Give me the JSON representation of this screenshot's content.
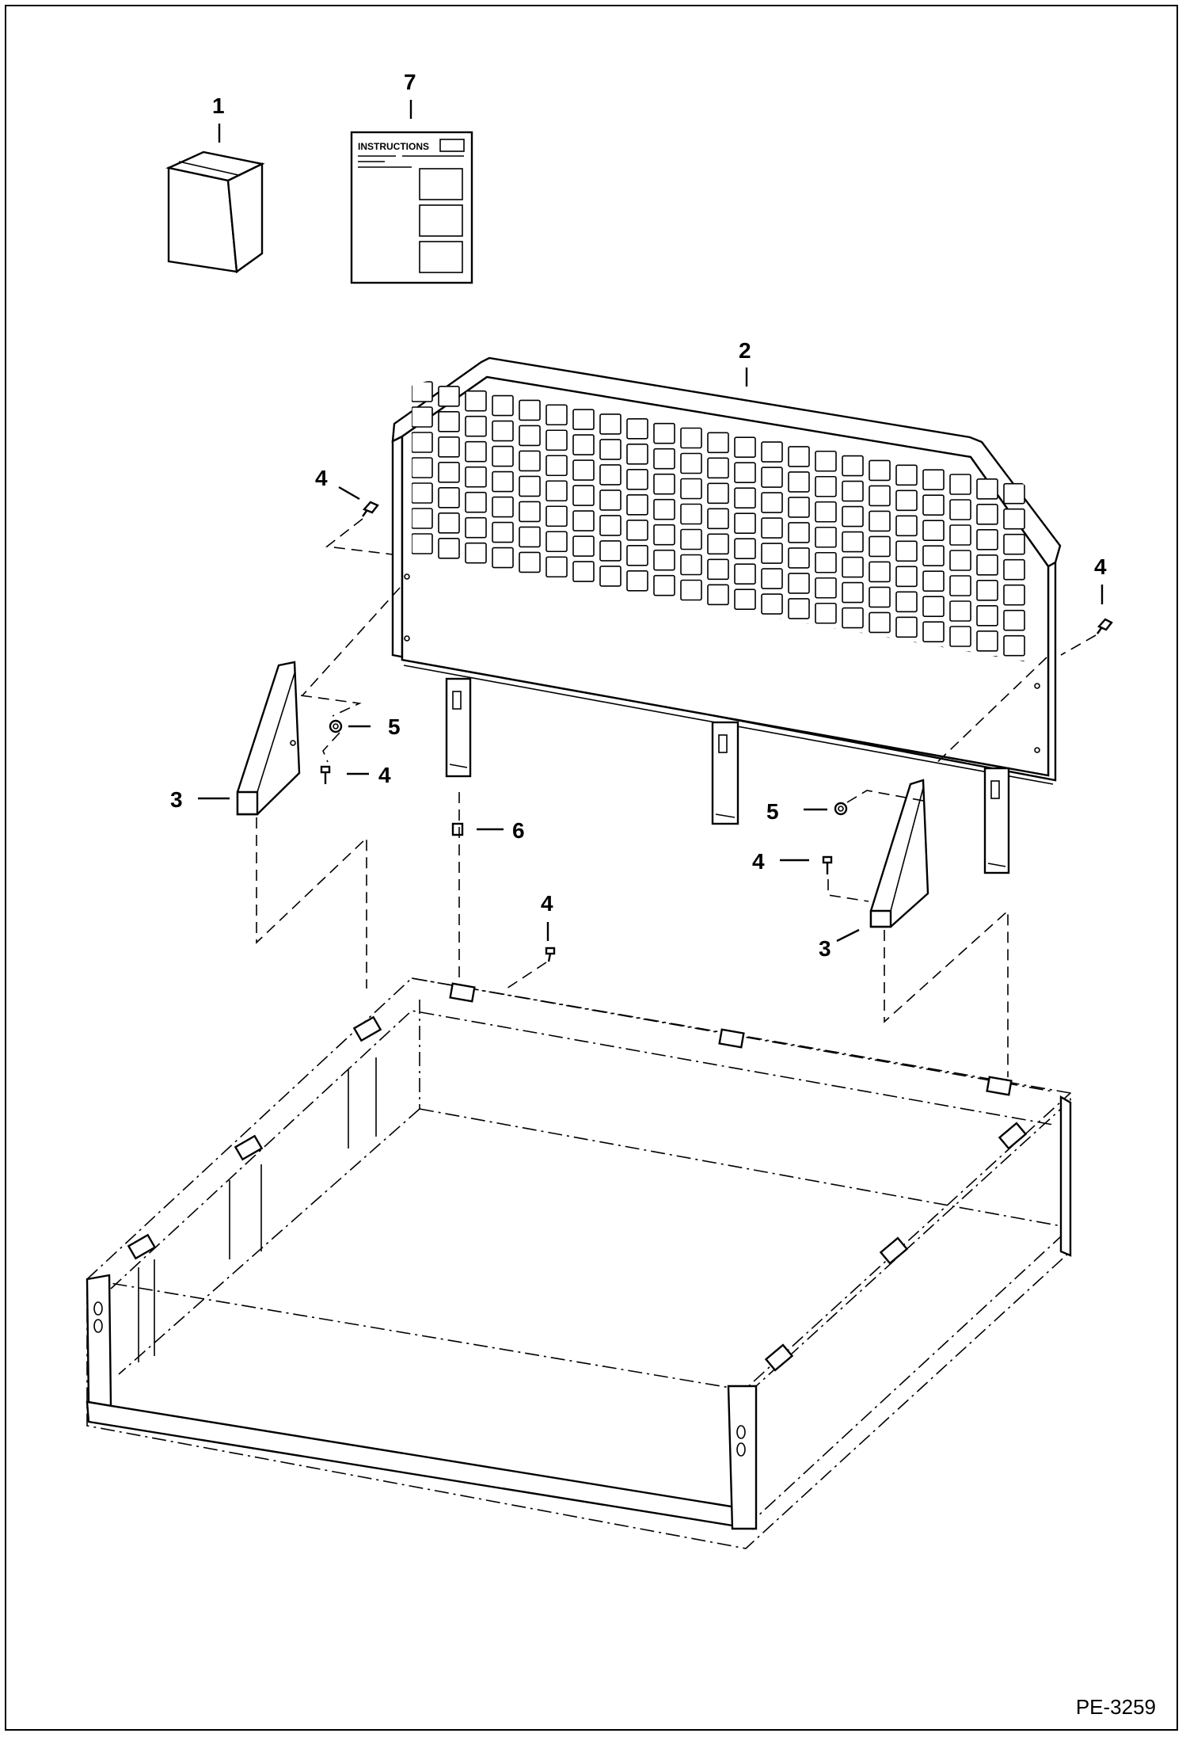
{
  "diagram": {
    "drawing_code": "PE-3259",
    "instructions_sheet_title": "INSTRUCTIONS",
    "callouts": [
      {
        "id": "c1",
        "text": "1"
      },
      {
        "id": "c7",
        "text": "7"
      },
      {
        "id": "c2",
        "text": "2"
      },
      {
        "id": "c4a",
        "text": "4"
      },
      {
        "id": "c4b",
        "text": "4"
      },
      {
        "id": "c5a",
        "text": "5"
      },
      {
        "id": "c4c",
        "text": "4"
      },
      {
        "id": "c3a",
        "text": "3"
      },
      {
        "id": "c6",
        "text": "6"
      },
      {
        "id": "c5b",
        "text": "5"
      },
      {
        "id": "c4d",
        "text": "4"
      },
      {
        "id": "c4e",
        "text": "4"
      },
      {
        "id": "c3b",
        "text": "3"
      }
    ]
  }
}
